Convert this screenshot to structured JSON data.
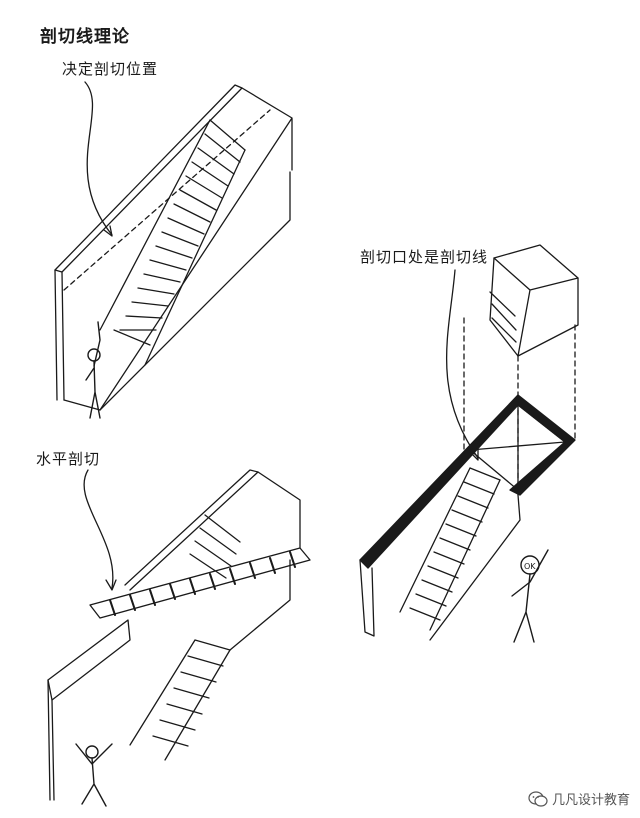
{
  "title": "剖切线理论",
  "labels": {
    "cut_position": "决定剖切位置",
    "horizontal_cut": "水平剖切",
    "cut_line": "剖切口处是剖切线"
  },
  "figure_text": {
    "ok": "OK"
  },
  "watermark": {
    "icon": "wechat-icon",
    "text": "几凡设计教育"
  },
  "colors": {
    "ink": "#1a1a1a",
    "background": "#ffffff"
  }
}
